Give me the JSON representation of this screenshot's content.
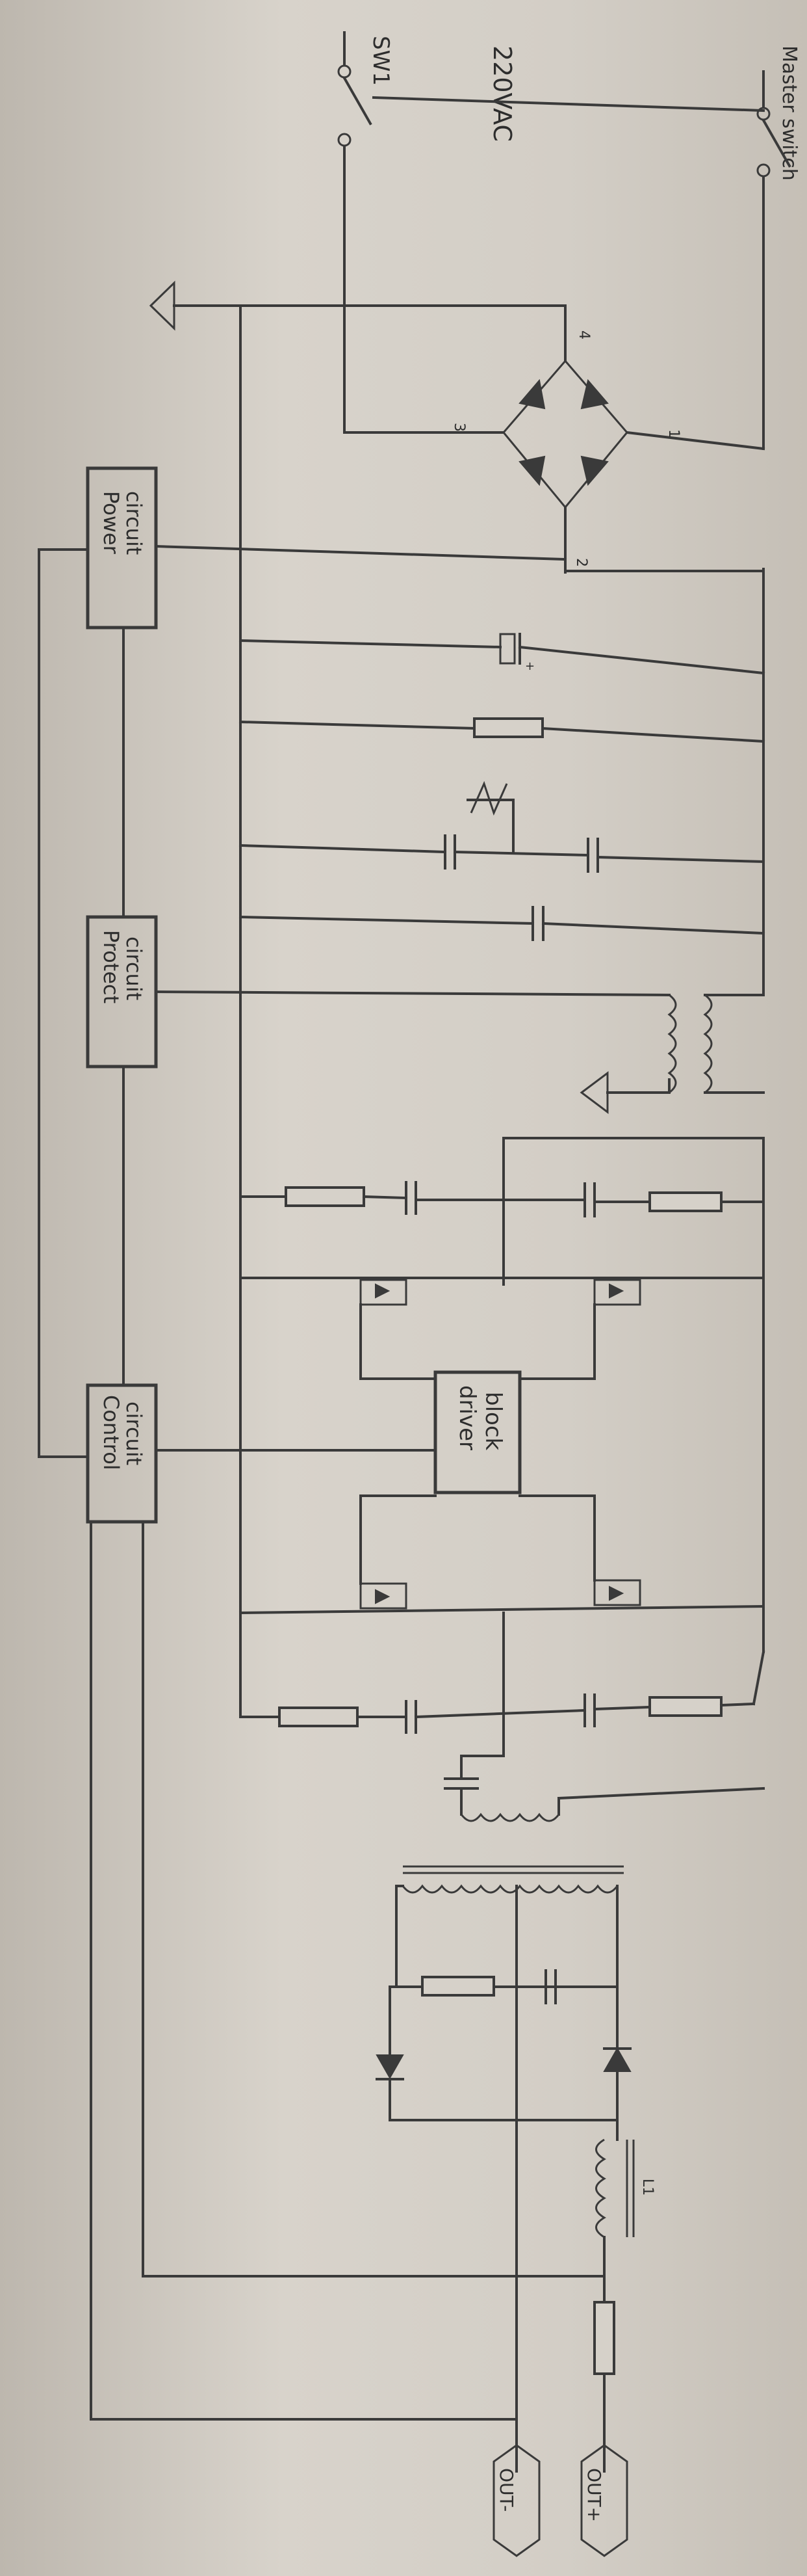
{
  "labels": {
    "supply": "220VAC",
    "master_switch": "Master switch",
    "sw1": "SW1",
    "pin1": "1",
    "pin2": "2",
    "pin3": "3",
    "pin4": "4",
    "power_circuit_1": "Power",
    "power_circuit_2": "circuit",
    "protect_circuit_1": "Protect",
    "protect_circuit_2": "circuit",
    "control_circuit_1": "Control",
    "control_circuit_2": "circuit",
    "driver_block_1": "driver",
    "driver_block_2": "block",
    "inductor": "L1",
    "out_neg": "OUT-",
    "out_pos": "OUT+"
  }
}
